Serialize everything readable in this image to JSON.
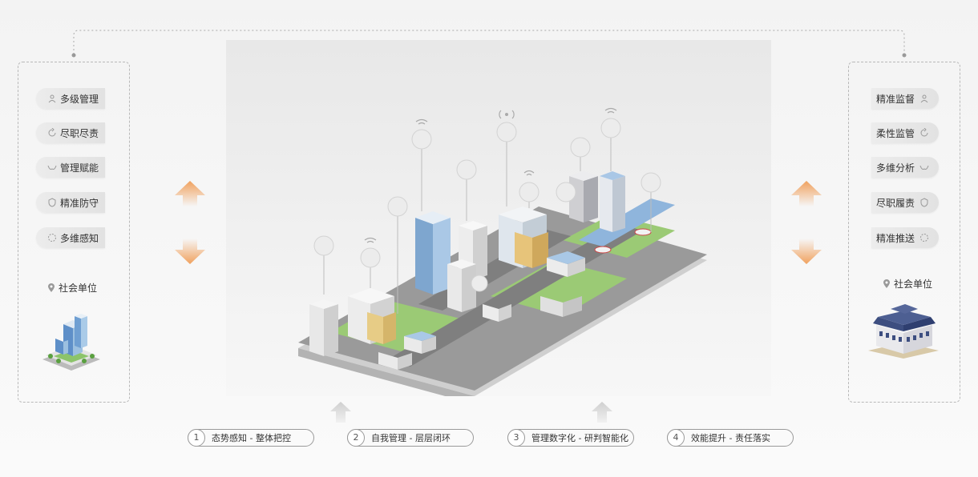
{
  "left_panel": {
    "items": [
      {
        "label": "多级管理",
        "icon": "users-icon"
      },
      {
        "label": "尽职尽责",
        "icon": "refresh-icon"
      },
      {
        "label": "管理赋能",
        "icon": "hands-icon"
      },
      {
        "label": "精准防守",
        "icon": "shield-icon"
      },
      {
        "label": "多维感知",
        "icon": "radar-icon"
      }
    ],
    "location_label": "社会单位"
  },
  "right_panel": {
    "items": [
      {
        "label": "精准监督",
        "icon": "users-icon"
      },
      {
        "label": "柔性监管",
        "icon": "refresh-icon"
      },
      {
        "label": "多维分析",
        "icon": "hands-icon"
      },
      {
        "label": "尽职履责",
        "icon": "shield-icon"
      },
      {
        "label": "精准推送",
        "icon": "radar-icon"
      }
    ],
    "location_label": "社会单位"
  },
  "steps": [
    {
      "num": "1",
      "label": "态势感知 - 整体把控"
    },
    {
      "num": "2",
      "label": "自我管理 - 层层闭环"
    },
    {
      "num": "3",
      "label": "管理数字化 - 研判智能化"
    },
    {
      "num": "4",
      "label": "效能提升 - 责任落实"
    }
  ],
  "colors": {
    "arrow_orange": "#f0a15e",
    "arrow_gray": "#d8d8d8",
    "ground_green": "#8cc46a",
    "building_blue": "#9cc0e0",
    "road_gray": "#8f8f8f"
  }
}
